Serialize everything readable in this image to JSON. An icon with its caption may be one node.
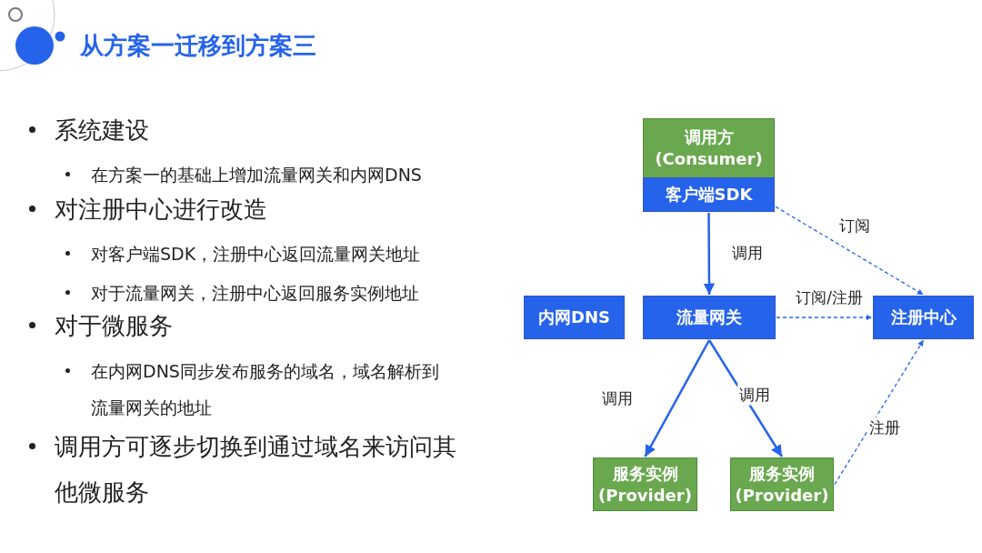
{
  "diagram": {
    "title": "从方案一迁移到方案三",
    "nodes": [
      {
        "text": [
          "调用方 (Consumer)"
        ]
      },
      {
        "text": [
          "客户端SDK"
        ]
      },
      {
        "text": [
          "内网DNS"
        ]
      },
      {
        "text": [
          "流量网关"
        ]
      },
      {
        "text": [
          "注册中心"
        ]
      },
      {
        "text": [
          "服务实例 (Provider)"
        ]
      },
      {
        "text": [
          "服务实例 (Provider)"
        ]
      }
    ],
    "edges": [
      {
        "from": 1,
        "to": 3,
        "arrow": "to",
        "label": "调用"
      },
      {
        "from": 1,
        "to": 4,
        "arrow": "to",
        "label": "订阅",
        "style": "dashed"
      },
      {
        "from": 3,
        "to": 4,
        "arrow": "to",
        "label": "订阅/注册",
        "style": "dashed"
      },
      {
        "from": 3,
        "to": 5,
        "arrow": "to",
        "label": "调用"
      },
      {
        "from": 3,
        "to": 6,
        "arrow": "to",
        "label": "调用"
      },
      {
        "from": 6,
        "to": 4,
        "arrow": "to",
        "label": "注册",
        "style": "dashed"
      }
    ],
    "labels": [
      "系统建设",
      "在方案一的基础上增加流量网关和内网DNS",
      "对注册中心进行改造",
      "对客户端SDK，注册中心返回流量网关地址",
      "对于流量网关，注册中心返回服务实例地址",
      "对于微服务",
      "在内网DNS同步发布服务的域名，域名解析到流量网关的地址",
      "调用方可逐步切换到通过域名来访问其他微服务"
    ]
  }
}
